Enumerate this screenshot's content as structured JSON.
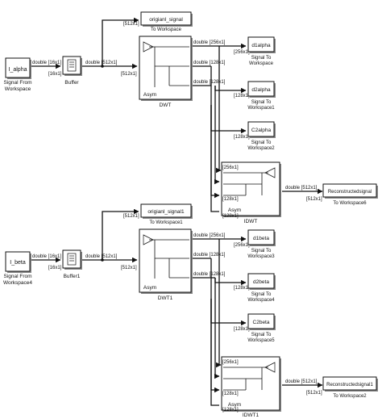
{
  "blocks": {
    "i_alpha": "I_alpha",
    "i_alpha_caption": [
      "Signal From",
      "Workspace"
    ],
    "buffer": "Buffer",
    "original_alpha": "origianl_signal",
    "original_alpha_caption": "To Workspace",
    "dwt": "DWT",
    "dwt_asym": "Asym",
    "d1alpha": "d1alpha",
    "d1alpha_caption": [
      "Signal To",
      "Workspace"
    ],
    "d2alpha": "d2alpha",
    "d2alpha_caption": [
      "Signal To",
      "Workspace1"
    ],
    "c2alpha": "C2alpha",
    "c2alpha_caption": [
      "Signal To",
      "Workspace2"
    ],
    "idwt": "IDWT",
    "idwt_asym": "Asym",
    "recon_alpha": "Reconstructedsignal",
    "recon_alpha_caption": "To Workspace6",
    "i_beta": "I_beta",
    "i_beta_caption": [
      "Signal From",
      "Workspace4"
    ],
    "buffer1": "Buffer1",
    "original_beta": "origianl_signal1",
    "original_beta_caption": "To Workspace1",
    "dwt1": "DWT1",
    "dwt1_asym": "Asym",
    "d1beta": "d1beta",
    "d1beta_caption": [
      "Signal To",
      "Workspace3"
    ],
    "d2beta": "d2beta",
    "d2beta_caption": [
      "Signal To",
      "Workspace4"
    ],
    "c2beta": "C2beta",
    "c2beta_caption": [
      "Signal To",
      "Workspace5"
    ],
    "idwt1": "IDWT1",
    "idwt1_asym": "Asym",
    "recon_beta": "Reconstructedsignal1",
    "recon_beta_caption": "To Workspace2"
  },
  "signals": {
    "s16x1": "[16x1]",
    "s512x1": "[512x1]",
    "s256x1": "[256x1]",
    "s128x1": "[128x1]",
    "double": "double",
    "double_16x1": "double [16x1]",
    "double_512x1": "double [512x1]",
    "double_256x1": "double [256x1]",
    "double_128x1": "double [128x1]"
  }
}
